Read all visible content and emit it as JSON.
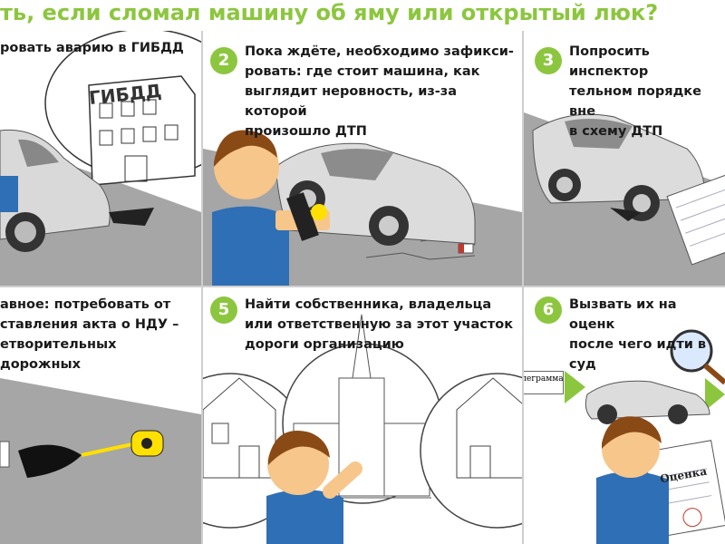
{
  "title": "ть, если сломал машину об яму или открытый люк?",
  "steps": [
    {
      "number": "",
      "text": "ровать аварию в ГИБДД",
      "sign": "ГИБДД"
    },
    {
      "number": "2",
      "text": "Пока ждёте, необходимо зафикси-\nровать: где стоит машина, как\nвыглядит неровность, из-за которой\nпроизошло ДТП"
    },
    {
      "number": "3",
      "text": "Попросить инспектор\nтельном порядке вне\nв схему ДТП"
    },
    {
      "number": "",
      "text": "авное: потребовать от\nставления акта о НДУ –\nетворительных дорожных"
    },
    {
      "number": "5",
      "text": "Найти собственника, владельца\nили ответственную за этот участок\nдороги организацию"
    },
    {
      "number": "6",
      "text": "Вызвать их на оценк\nпосле чего идти в суд",
      "telegram": "Телеграмма",
      "estimate": "Оценка"
    }
  ],
  "colors": {
    "accent": "#8cc63f",
    "road": "#a6a6a6",
    "shirt": "#2f6fb5",
    "skin": "#f7c68a",
    "hair": "#8a4a16"
  }
}
